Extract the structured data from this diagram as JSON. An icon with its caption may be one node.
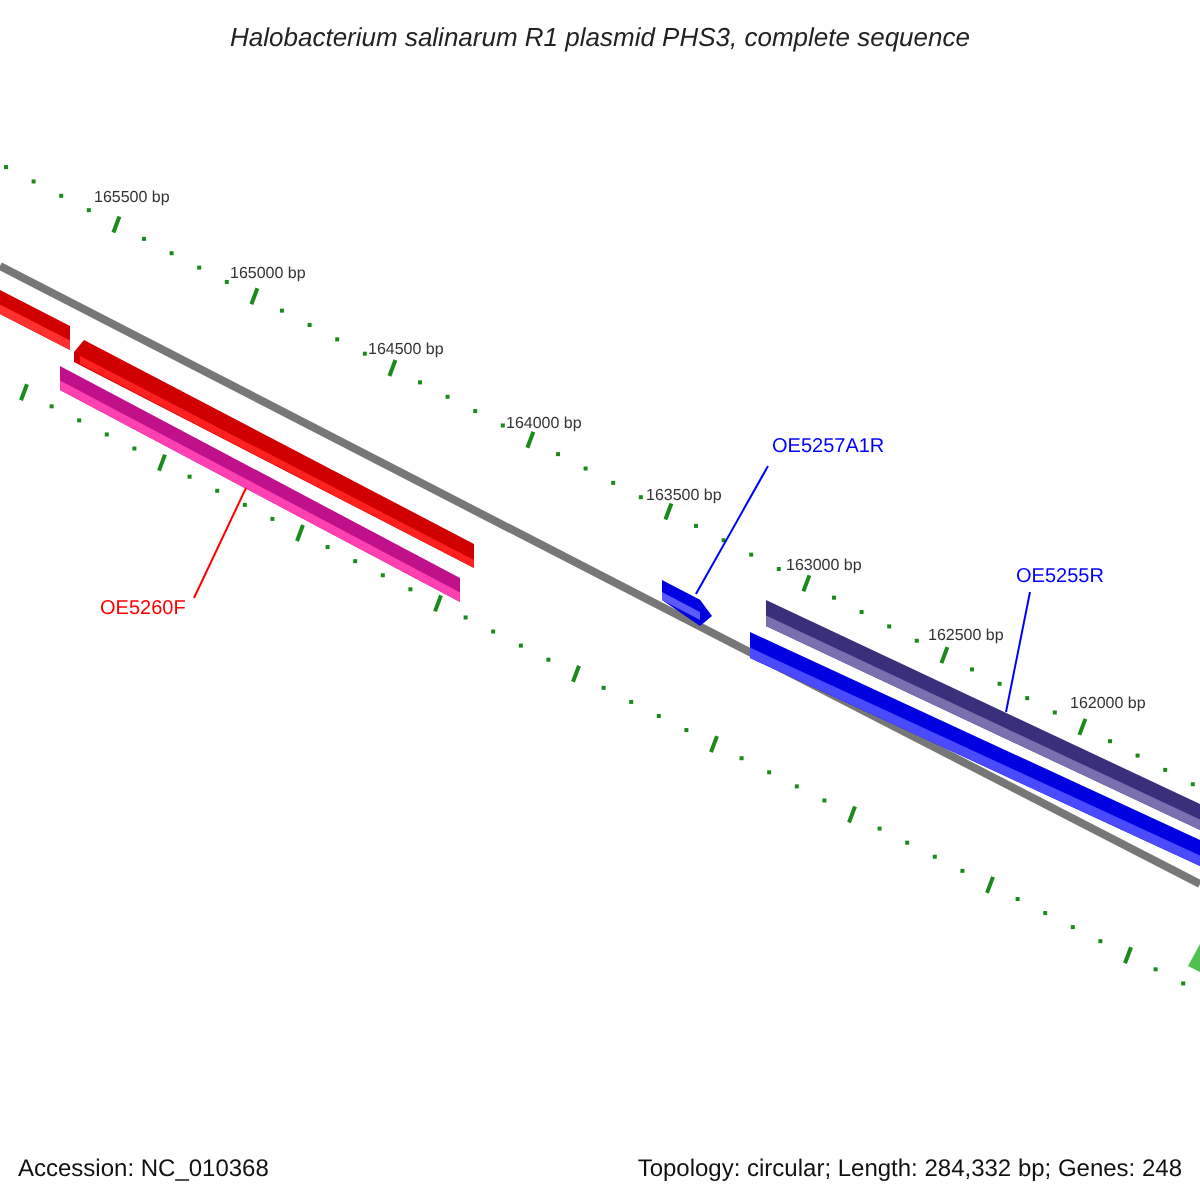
{
  "diagram": {
    "title": "Halobacterium salinarum R1 plasmid PHS3, complete sequence",
    "nodes": [
      {
        "text": [
          "OE5260F"
        ]
      },
      {
        "text": [],
        "shape": "bar"
      },
      {
        "text": [
          "OE5257A1R"
        ]
      },
      {
        "text": [],
        "shape": "bar"
      },
      {
        "text": [
          "OE5255R"
        ]
      },
      {
        "text": [],
        "shape": "bar"
      }
    ],
    "edges": [
      {
        "from": 0,
        "to": 1,
        "arrow": "none",
        "color": "#ff0000"
      },
      {
        "from": 2,
        "to": 3,
        "arrow": "none"
      },
      {
        "from": 4,
        "to": 5,
        "arrow": "none"
      }
    ],
    "labels": [
      "165500 bp",
      "165000 bp",
      "164500 bp",
      "164000 bp",
      "163500 bp",
      "163000 bp",
      "162500 bp",
      "162000 bp",
      "Accession: NC_010368",
      "Topology: circular; Length: 284,332 bp; Genes: 248"
    ]
  }
}
